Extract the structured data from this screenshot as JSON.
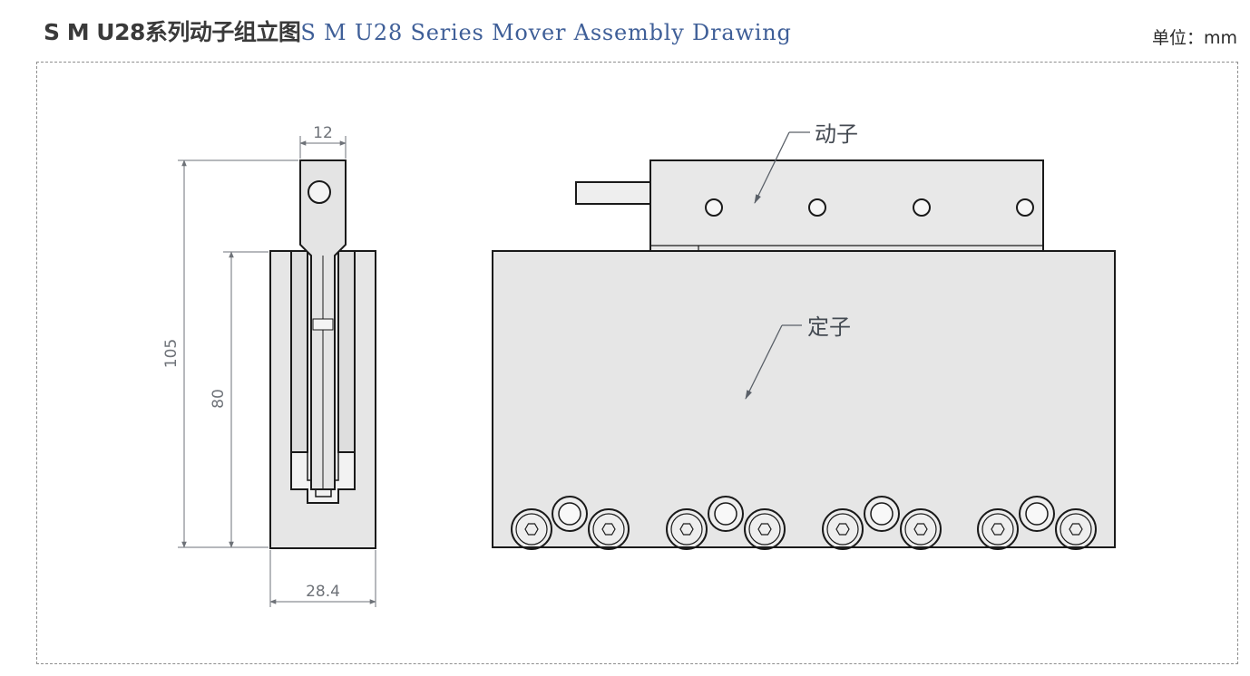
{
  "header": {
    "title_cn": "S M U28系列动子组立图",
    "title_en": "S M U28 Series Mover Assembly Drawing",
    "unit": "单位：mm"
  },
  "dimensions": {
    "width_top": "12",
    "overall_height": "105",
    "body_height": "80",
    "base_width": "28.4"
  },
  "callouts": {
    "mover": "动子",
    "stator": "定子"
  },
  "colors": {
    "outline": "#1a1a1a",
    "body_fill": "#e6e6e6",
    "dimension": "#6e7278",
    "title_en": "#3f5f98"
  }
}
